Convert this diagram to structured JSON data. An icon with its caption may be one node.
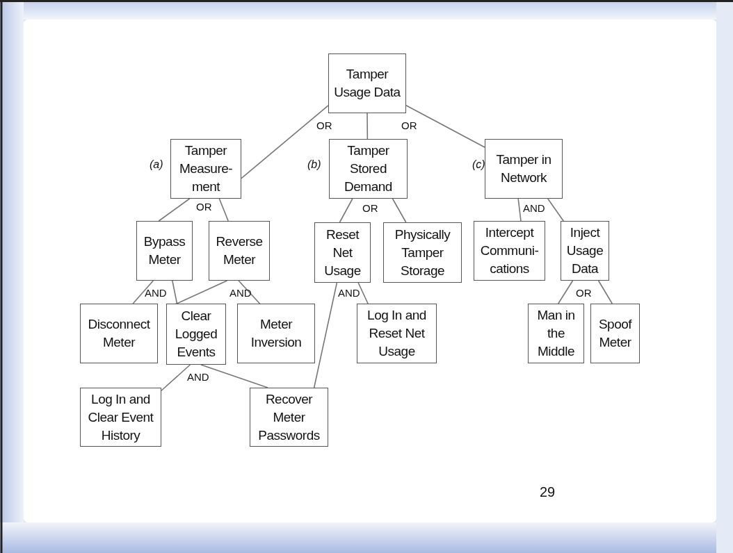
{
  "diagram": {
    "nodes": [
      {
        "text": [
          "Tamper Usage Data"
        ]
      },
      {
        "text": [
          "Tamper Measure- ment"
        ],
        "beside": [
          "(a)"
        ]
      },
      {
        "text": [
          "Tamper Stored Demand"
        ],
        "beside": [
          "(b)"
        ]
      },
      {
        "text": [
          "Tamper in Network"
        ],
        "beside": [
          "(c)"
        ]
      },
      {
        "text": [
          "Bypass Meter"
        ]
      },
      {
        "text": [
          "Reverse Meter"
        ]
      },
      {
        "text": [
          "Reset Net Usage"
        ]
      },
      {
        "text": [
          "Physically Tamper Storage"
        ]
      },
      {
        "text": [
          "Intercept Communi- cations"
        ]
      },
      {
        "text": [
          "Inject Usage Data"
        ]
      },
      {
        "text": [
          "Disconnect Meter"
        ]
      },
      {
        "text": [
          "Clear Logged Events"
        ]
      },
      {
        "text": [
          "Meter Inversion"
        ]
      },
      {
        "text": [
          "Log In and Reset Net Usage"
        ]
      },
      {
        "text": [
          "Man in the Middle"
        ]
      },
      {
        "text": [
          "Spoof Meter"
        ]
      },
      {
        "text": [
          "Log In and Clear Event History"
        ]
      },
      {
        "text": [
          "Recover Meter Passwords"
        ]
      }
    ],
    "edges": [
      {
        "from": 0,
        "to": 1,
        "arrow": "none"
      },
      {
        "from": 0,
        "to": 2,
        "arrow": "none"
      },
      {
        "from": 0,
        "to": 3,
        "arrow": "none"
      },
      {
        "from": 1,
        "to": 4,
        "arrow": "none"
      },
      {
        "from": 1,
        "to": 5,
        "arrow": "none"
      },
      {
        "from": 2,
        "to": 6,
        "arrow": "none"
      },
      {
        "from": 2,
        "to": 7,
        "arrow": "none"
      },
      {
        "from": 3,
        "to": 8,
        "arrow": "none"
      },
      {
        "from": 3,
        "to": 9,
        "arrow": "none"
      },
      {
        "from": 4,
        "to": 10,
        "arrow": "none"
      },
      {
        "from": 4,
        "to": 11,
        "arrow": "none"
      },
      {
        "from": 5,
        "to": 11,
        "arrow": "none"
      },
      {
        "from": 5,
        "to": 12,
        "arrow": "none"
      },
      {
        "from": 6,
        "to": 17,
        "arrow": "none"
      },
      {
        "from": 6,
        "to": 13,
        "arrow": "none"
      },
      {
        "from": 9,
        "to": 14,
        "arrow": "none"
      },
      {
        "from": 9,
        "to": 15,
        "arrow": "none"
      },
      {
        "from": 11,
        "to": 16,
        "arrow": "none"
      },
      {
        "from": 11,
        "to": 17,
        "arrow": "none"
      }
    ],
    "labels": [
      "OR",
      "OR",
      "OR",
      "OR",
      "AND",
      "AND",
      "AND",
      "AND",
      "OR",
      "AND",
      "29"
    ]
  }
}
